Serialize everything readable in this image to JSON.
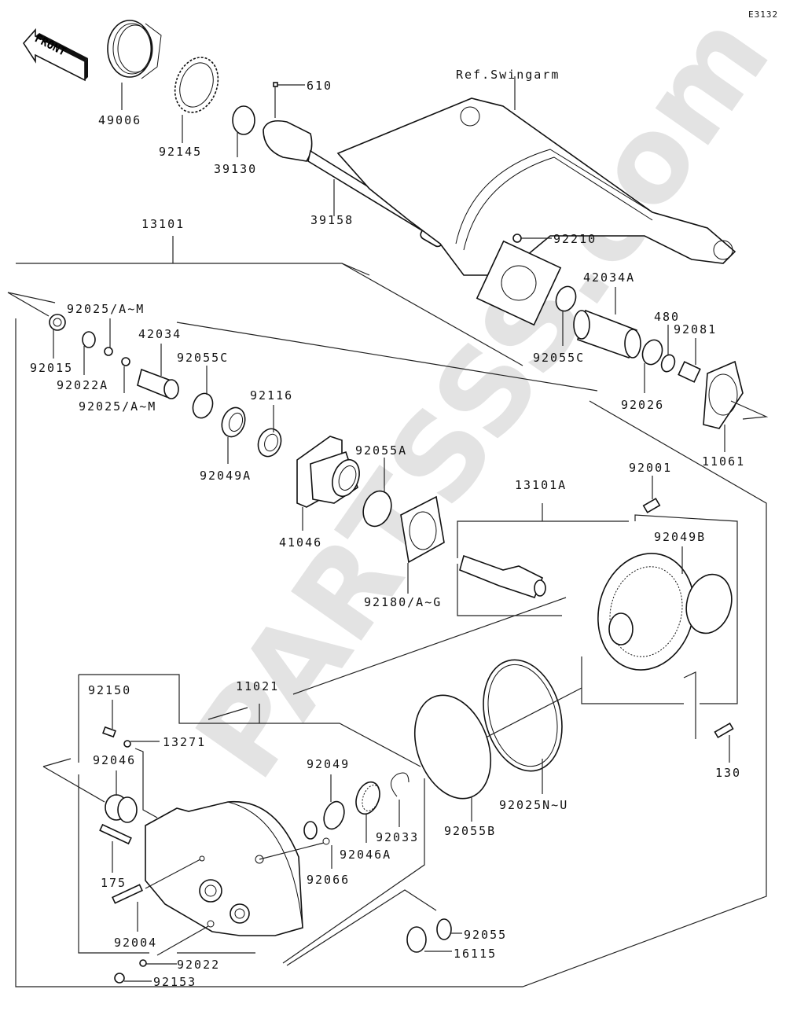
{
  "diagram": {
    "code": "E3132",
    "front_arrow": "FRONT",
    "reference": "Ref.Swingarm",
    "watermark": "PARTSSS.com"
  },
  "labels": {
    "p49006": "49006",
    "p92145": "92145",
    "p39130": "39130",
    "p610": "610",
    "p39158": "39158",
    "p13101": "13101",
    "p92210": "92210",
    "p42034A": "42034A",
    "p480": "480",
    "p92081": "92081",
    "p92055C_r": "92055C",
    "p92026": "92026",
    "p11061": "11061",
    "p92025AM_top": "92025/A~M",
    "p92015": "92015",
    "p92022A": "92022A",
    "p92025AM_bot": "92025/A~M",
    "p42034": "42034",
    "p92055C_l": "92055C",
    "p92116": "92116",
    "p92049A": "92049A",
    "p41046": "41046",
    "p92055A": "92055A",
    "p92180": "92180/A~G",
    "p13101A": "13101A",
    "p92001": "92001",
    "p92049B": "92049B",
    "p11021": "11021",
    "p92150": "92150",
    "p13271": "13271",
    "p92046": "92046",
    "p175": "175",
    "p92004": "92004",
    "p92022": "92022",
    "p92153": "92153",
    "p92049": "92049",
    "p92046A": "92046A",
    "p92066": "92066",
    "p92033": "92033",
    "p92055B": "92055B",
    "p92025NU": "92025N~U",
    "p130": "130",
    "p92055": "92055",
    "p16115": "16115"
  }
}
